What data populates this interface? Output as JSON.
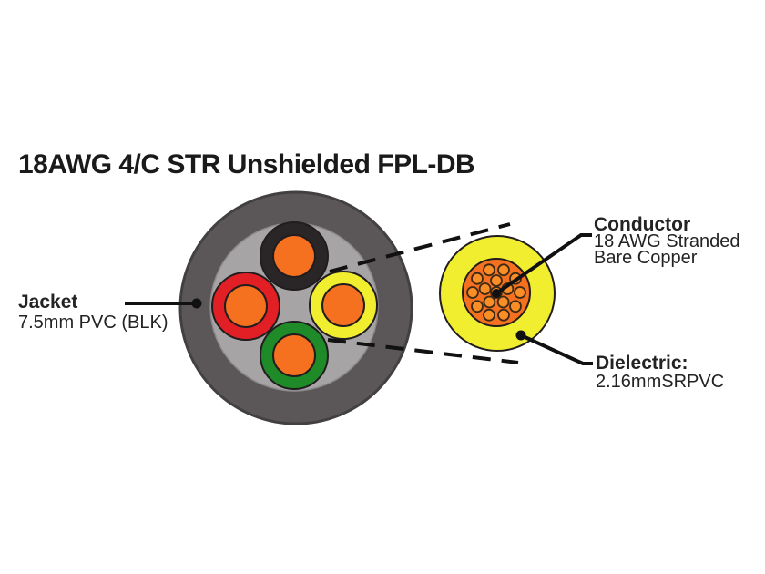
{
  "title": "18AWG 4/C STR Unshielded FPL-DB",
  "labels": {
    "jacket": {
      "title": "Jacket",
      "description": "7.5mm PVC (BLK)"
    },
    "conductor": {
      "title": "Conductor",
      "description_line1": "18 AWG Stranded",
      "description_line2": "Bare Copper"
    },
    "dielectric": {
      "title": "Dielectric:",
      "description": "2.16mmSRPVC"
    }
  },
  "colors": {
    "background": "#ffffff",
    "text": "#1a1a1a",
    "line": "#111111",
    "jacket": "#5b5759",
    "jacket_outline": "#434041",
    "filler": "#a7a4a6",
    "filler_outline": "#8d8a8c",
    "insulation_black": "#2a2526",
    "insulation_red": "#e11f24",
    "insulation_yellow": "#f0ee2e",
    "insulation_green": "#1f8a28",
    "copper_core": "#f5711f",
    "strand_fill": "#f98d26",
    "strand_outline": "#3c2a16",
    "outline": "#211d1e"
  },
  "zoom_view": {
    "strand_radius": 6,
    "strand_rings": [
      {
        "count": 1,
        "radius": 0,
        "start_deg": 0
      },
      {
        "count": 5,
        "radius": 13,
        "start_deg": -90
      },
      {
        "count": 10,
        "radius": 26,
        "start_deg": -72
      }
    ]
  }
}
